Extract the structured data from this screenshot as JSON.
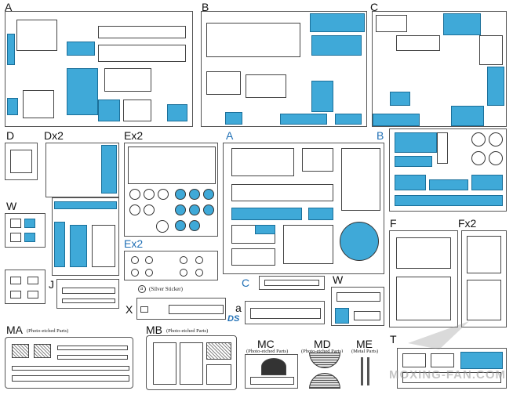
{
  "sheet_labels": {
    "A_top": "A",
    "B_top": "B",
    "C_top": "C",
    "D": "D",
    "Dx2": "Dx2",
    "Ex2_top": "Ex2",
    "A_mid": "A",
    "B_mid": "B",
    "W_left": "W",
    "J": "J",
    "Ex2_blue": "Ex2",
    "C_mid": "C",
    "W_mid": "W",
    "F": "F",
    "Fx2": "Fx2",
    "a_sticker_mark": "a",
    "silver_sticker": "(Silver Sticker)",
    "X": "X",
    "a_small": "a",
    "MA": "MA",
    "MA_sub": "(Photo-etched Parts)",
    "MB": "MB",
    "MB_sub": "(Photo-etched Parts)",
    "MC": "MC",
    "MC_sub": "(Photo-etched Parts)",
    "MD": "MD",
    "MD_sub": "(Photo-etched Parts)",
    "ME": "ME",
    "ME_sub": "(Metal Parts)",
    "T": "T",
    "DS_logo": "DS"
  },
  "watermark": "MOXING-FAN.COM",
  "colors": {
    "highlight": "#3fa9d8",
    "label_blue": "#1f6fb5",
    "line": "#444444"
  }
}
